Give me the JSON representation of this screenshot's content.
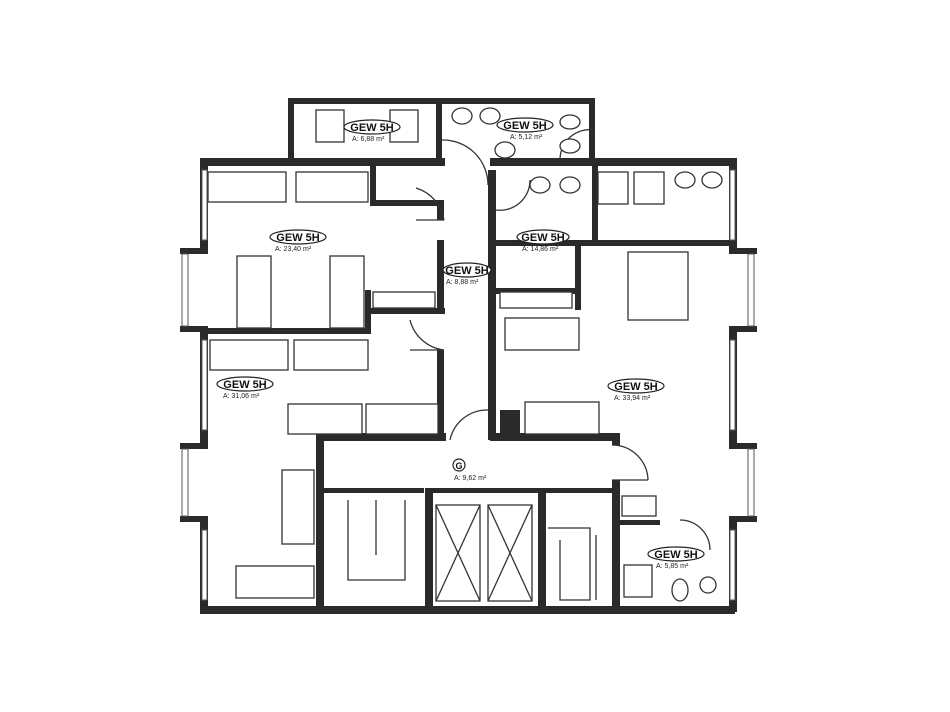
{
  "rooms": [
    {
      "code": "GEW 5H",
      "area": "A: 6,88 m²"
    },
    {
      "code": "GEW 5H",
      "area": "A: 5,12 m²"
    },
    {
      "code": "GEW 5H",
      "area": "A: 23,40 m²"
    },
    {
      "code": "GEW 5H",
      "area": "A: 8,88 m²"
    },
    {
      "code": "GEW 5H",
      "area": "A: 14,86 m²"
    },
    {
      "code": "GEW 5H",
      "area": "A: 31,06 m²"
    },
    {
      "code": "GEW 5H",
      "area": "A: 33,94 m²"
    },
    {
      "code": "G",
      "area": "A: 9,62 m²"
    },
    {
      "code": "GEW 5H",
      "area": "A: 5,85 m²"
    }
  ]
}
